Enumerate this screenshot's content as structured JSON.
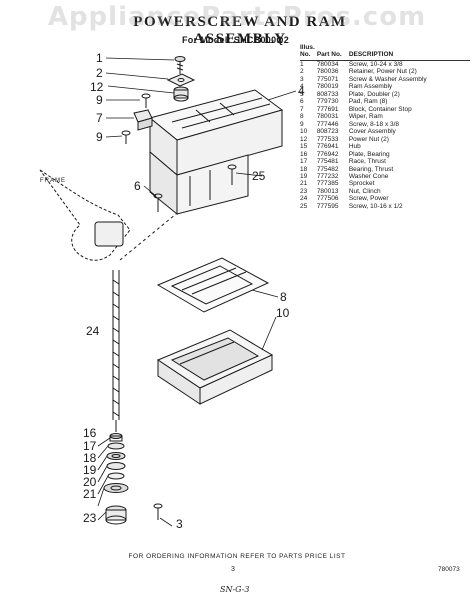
{
  "watermark": "AppliancePartsPros.com",
  "title": "POWERSCREW AND RAM ASSEMBLY",
  "model_line": "For Model: SHCB000Q2",
  "frame_label": "FRAME",
  "table": {
    "headers": {
      "illus": "Illus. No.",
      "part": "Part No.",
      "description": "DESCRIPTION"
    },
    "rows": [
      {
        "illus": "1",
        "part": "780034",
        "desc": "Screw, 10-24 x 3/8"
      },
      {
        "illus": "2",
        "part": "780036",
        "desc": "Retainer, Power Nut (2)"
      },
      {
        "illus": "3",
        "part": "775071",
        "desc": "Screw & Washer Assembly"
      },
      {
        "illus": "4",
        "part": "780019",
        "desc": "Ram Assembly"
      },
      {
        "illus": "5",
        "part": "808733",
        "desc": "Plate, Doubler (2)"
      },
      {
        "illus": "6",
        "part": "779730",
        "desc": "Pad, Ram (8)"
      },
      {
        "illus": "7",
        "part": "777691",
        "desc": "Block, Container Stop"
      },
      {
        "illus": "8",
        "part": "780031",
        "desc": "Wiper, Ram"
      },
      {
        "illus": "9",
        "part": "777446",
        "desc": "Screw, 8-18 x 3/8"
      },
      {
        "illus": "10",
        "part": "808723",
        "desc": "Cover Assembly"
      },
      {
        "illus": "12",
        "part": "777533",
        "desc": "Power Nut (2)"
      },
      {
        "illus": "15",
        "part": "776941",
        "desc": "Hub"
      },
      {
        "illus": "16",
        "part": "776942",
        "desc": "Plate, Bearing"
      },
      {
        "illus": "17",
        "part": "775481",
        "desc": "Race, Thrust"
      },
      {
        "illus": "18",
        "part": "775482",
        "desc": "Bearing, Thrust"
      },
      {
        "illus": "19",
        "part": "777232",
        "desc": "Washer Cone"
      },
      {
        "illus": "21",
        "part": "777385",
        "desc": "Sprocket"
      },
      {
        "illus": "23",
        "part": "780013",
        "desc": "Nut, Clinch"
      },
      {
        "illus": "24",
        "part": "777506",
        "desc": "Screw, Power"
      },
      {
        "illus": "25",
        "part": "777595",
        "desc": "Screw, 10-16 x 1/2"
      }
    ]
  },
  "callouts": {
    "c1": "1",
    "c2": "2",
    "c12": "12",
    "c9a": "9",
    "c7": "7",
    "c9b": "9",
    "c4": "4",
    "c6": "6",
    "c25": "25",
    "c8": "8",
    "c10": "10",
    "c24": "24",
    "c16": "16",
    "c17": "17",
    "c18": "18",
    "c19": "19",
    "c20": "20",
    "c21": "21",
    "c23": "23",
    "c3": "3"
  },
  "footer": "FOR ORDERING INFORMATION REFER TO PARTS PRICE LIST",
  "page_number": "3",
  "ref_code": "780073",
  "handwritten": "SN-G-3"
}
